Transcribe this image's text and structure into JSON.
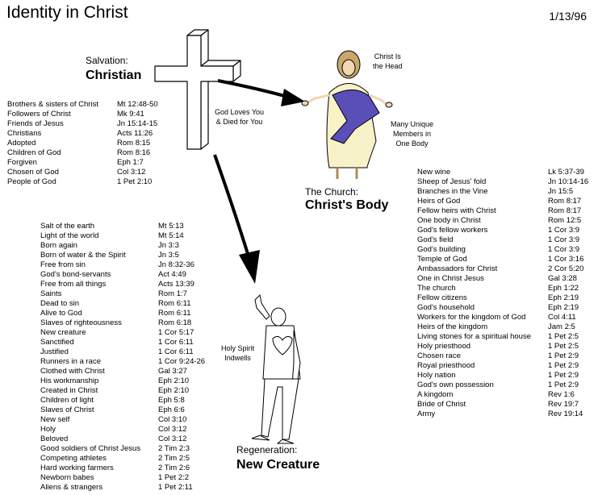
{
  "title": "Identity in Christ",
  "date": "1/13/96",
  "salvation": {
    "label": "Salvation:",
    "heading": "Christian"
  },
  "church": {
    "label": "The Church:",
    "heading": "Christ's Body"
  },
  "regeneration": {
    "label": "Regeneration:",
    "heading": "New Creature"
  },
  "notes": {
    "god_loves": [
      "God Loves You",
      "& Died for You"
    ],
    "christ_head": [
      "Christ Is",
      "the Head"
    ],
    "members": [
      "Many Unique",
      "Members in",
      "One Body"
    ],
    "spirit": [
      "Holy Spirit",
      "Indwells"
    ]
  },
  "christian_list": [
    {
      "term": "Brothers & sisters of Christ",
      "ref": "Mt 12:48-50"
    },
    {
      "term": "Followers of Christ",
      "ref": "Mk 9:41"
    },
    {
      "term": "Friends of Jesus",
      "ref": "Jn 15:14-15"
    },
    {
      "term": "Christians",
      "ref": "Acts 11:26"
    },
    {
      "term": "Adopted",
      "ref": "Rom 8:15"
    },
    {
      "term": "Children of God",
      "ref": "Rom 8:16"
    },
    {
      "term": "Forgiven",
      "ref": "Eph 1:7"
    },
    {
      "term": "Chosen of God",
      "ref": "Col 3:12"
    },
    {
      "term": "People of God",
      "ref": "1 Pet 2:10"
    }
  ],
  "new_creature_list": [
    {
      "term": "Salt of the earth",
      "ref": "Mt 5:13"
    },
    {
      "term": "Light of the world",
      "ref": "Mt 5:14"
    },
    {
      "term": "Born again",
      "ref": "Jn 3:3"
    },
    {
      "term": "Born of water & the Spirit",
      "ref": "Jn 3:5"
    },
    {
      "term": "Free from sin",
      "ref": "Jn 8:32-36"
    },
    {
      "term": "God's bond-servants",
      "ref": "Act 4:49"
    },
    {
      "term": "Free from all things",
      "ref": "Acts 13:39"
    },
    {
      "term": "Saints",
      "ref": "Rom 1:7"
    },
    {
      "term": "Dead to sin",
      "ref": "Rom 6:11"
    },
    {
      "term": "Alive to God",
      "ref": "Rom 6:11"
    },
    {
      "term": "Slaves of righteousness",
      "ref": "Rom 6:18"
    },
    {
      "term": "New creature",
      "ref": "1 Cor 5:17"
    },
    {
      "term": "Sanctified",
      "ref": "1 Cor 6:11"
    },
    {
      "term": "Justified",
      "ref": "1 Cor 6:11"
    },
    {
      "term": "Runners in a race",
      "ref": "1 Cor 9:24-26"
    },
    {
      "term": "Clothed with Christ",
      "ref": "Gal 3:27"
    },
    {
      "term": "His workmanship",
      "ref": "Eph 2:10"
    },
    {
      "term": "Created in Christ",
      "ref": "Eph 2:10"
    },
    {
      "term": "Children of light",
      "ref": "Eph 5:8"
    },
    {
      "term": "Slaves of Christ",
      "ref": "Eph 6:6"
    },
    {
      "term": "New self",
      "ref": "Col 3:10"
    },
    {
      "term": "Holy",
      "ref": "Col 3:12"
    },
    {
      "term": "Beloved",
      "ref": "Col 3:12"
    },
    {
      "term": "Good soldiers of Christ Jesus",
      "ref": "2 Tim 2:3"
    },
    {
      "term": "Competing athletes",
      "ref": "2 Tim 2:5"
    },
    {
      "term": "Hard working farmers",
      "ref": "2 Tim 2:6"
    },
    {
      "term": "Newborn babes",
      "ref": "1 Pet 2:2"
    },
    {
      "term": "Aliens & strangers",
      "ref": "1 Pet 2:11"
    }
  ],
  "church_list": [
    {
      "term": "New wine",
      "ref": "Lk 5:37-39"
    },
    {
      "term": "Sheep of Jesus' fold",
      "ref": "Jn 10:14-16"
    },
    {
      "term": "Branches in the Vine",
      "ref": "Jn 15:5"
    },
    {
      "term": "Heirs of God",
      "ref": "Rom 8:17"
    },
    {
      "term": "Fellow heirs with Christ",
      "ref": "Rom 8:17"
    },
    {
      "term": "One body in Christ",
      "ref": "Rom 12:5"
    },
    {
      "term": "God's fellow workers",
      "ref": "1 Cor 3:9"
    },
    {
      "term": "God's field",
      "ref": "1 Cor 3:9"
    },
    {
      "term": "God's building",
      "ref": "1 Cor 3:9"
    },
    {
      "term": "Temple of God",
      "ref": "1 Cor 3:16"
    },
    {
      "term": "Ambassadors for Christ",
      "ref": "2 Cor 5:20"
    },
    {
      "term": "One in Christ Jesus",
      "ref": "Gal 3:28"
    },
    {
      "term": "The church",
      "ref": "Eph 1:22"
    },
    {
      "term": "Fellow citizens",
      "ref": "Eph 2:19"
    },
    {
      "term": "God's household",
      "ref": "Eph 2:19"
    },
    {
      "term": "Workers for the kingdom of God",
      "ref": "Col 4:11"
    },
    {
      "term": "Heirs of the kingdom",
      "ref": "Jam 2:5"
    },
    {
      "term": "Living stones for a spiritual house",
      "ref": "1 Pet 2:5"
    },
    {
      "term": "Holy priesthood",
      "ref": "1 Pet 2:5"
    },
    {
      "term": "Chosen race",
      "ref": "1 Pet 2:9"
    },
    {
      "term": "Royal priesthood",
      "ref": "1 Pet 2:9"
    },
    {
      "term": "Holy nation",
      "ref": "1 Pet 2:9"
    },
    {
      "term": "God's own possession",
      "ref": "1 Pet 2:9"
    },
    {
      "term": "A kingdom",
      "ref": "Rev 1:6"
    },
    {
      "term": "Bride of Christ",
      "ref": "Rev 19:7"
    },
    {
      "term": "Army",
      "ref": "Rev 19:14"
    }
  ],
  "colors": {
    "robe": "#f7f2c8",
    "sash": "#5a4fb8",
    "text": "#000000"
  }
}
